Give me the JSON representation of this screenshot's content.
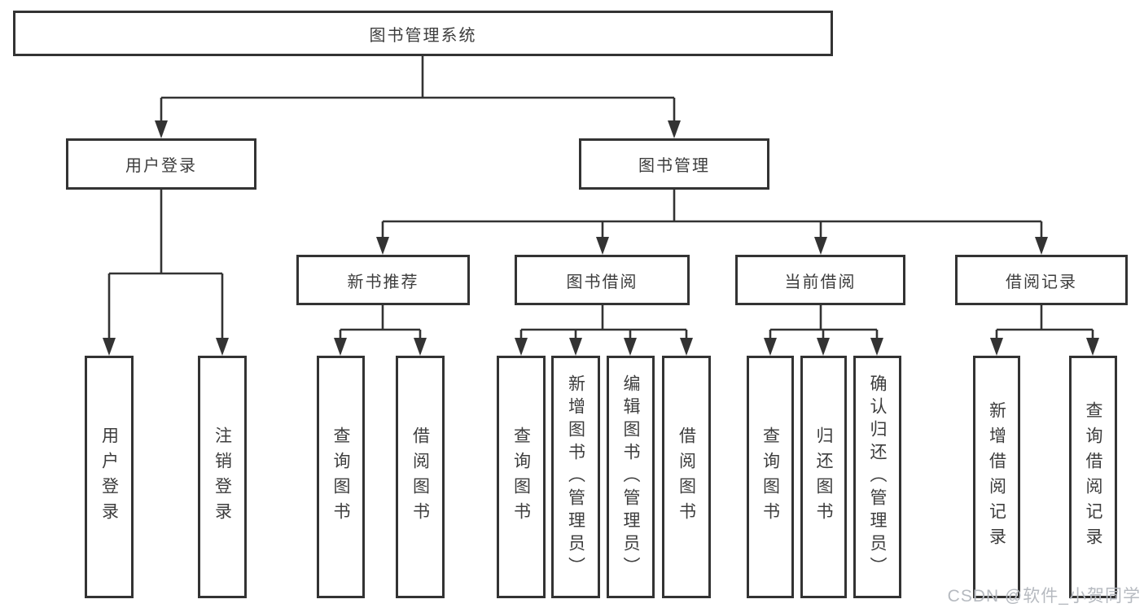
{
  "diagram": {
    "root": "图书管理系统",
    "level1": {
      "user_login": "用户登录",
      "book_management": "图书管理"
    },
    "level2": {
      "new_book_recommend": "新书推荐",
      "book_borrowing": "图书借阅",
      "current_borrowing": "当前借阅",
      "borrowing_records": "借阅记录"
    },
    "leaves": {
      "user_login_login": "用户登录",
      "user_login_logout": "注销登录",
      "recommend_query_books": "查询图书",
      "recommend_borrow_books": "借阅图书",
      "borrowing_query_books": "查询图书",
      "borrowing_add_books": "新增图书（管理员）",
      "borrowing_edit_books": "编辑图书（管理员）",
      "borrowing_borrow_books": "借阅图书",
      "current_query_books": "查询图书",
      "current_return_books": "归还图书",
      "current_confirm_return": "确认归还（管理员）",
      "records_add_record": "新增借阅记录",
      "records_query_record": "查询借阅记录"
    }
  },
  "watermark": "CSDN @软件_小贺同学",
  "colors": {
    "line": "#333333",
    "text": "#3d3d3d",
    "watermark": "#b6bac0",
    "background": "#ffffff"
  }
}
